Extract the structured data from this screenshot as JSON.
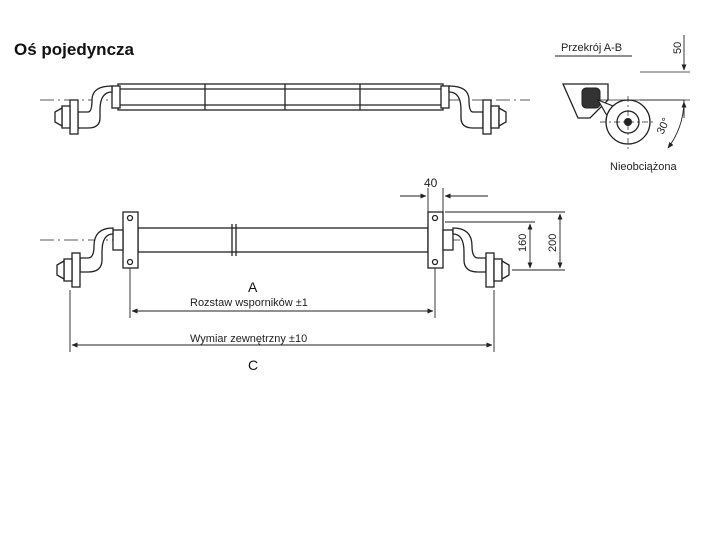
{
  "title": "Oś pojedyncza",
  "section_label": "Przekrój A-B",
  "section_height": "50",
  "section_angle": "30°",
  "unloaded_label": "Nieobciążona",
  "dim_top_width": "40",
  "dim_160": "160",
  "dim_200": "200",
  "label_a": "A",
  "label_c": "C",
  "bracket_spacing_label": "Rozstaw wsporników ±1",
  "outer_width_label": "Wymiar zewnętrzny ±10"
}
